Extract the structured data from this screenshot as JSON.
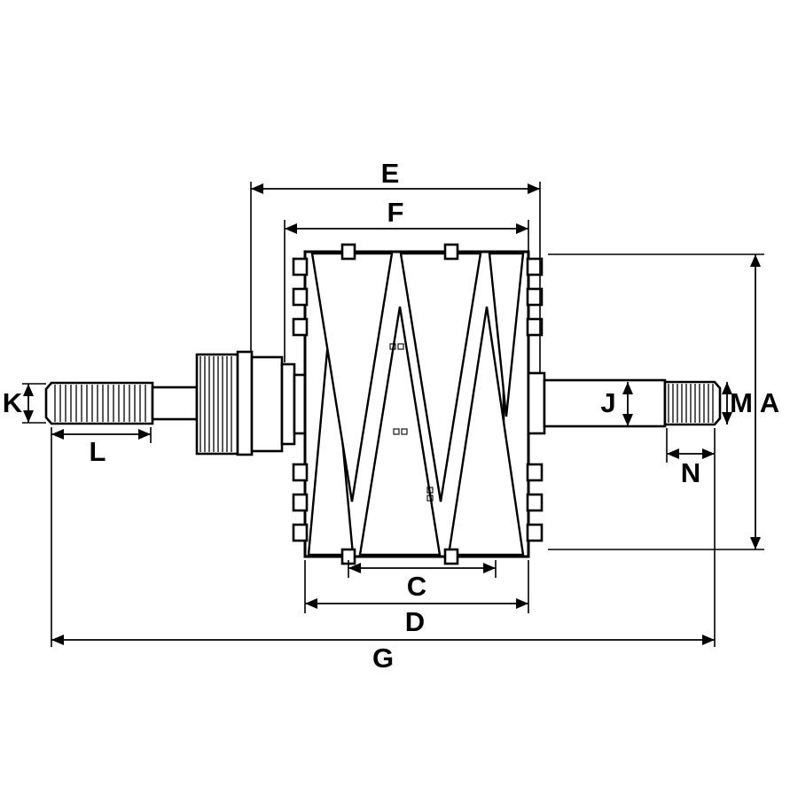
{
  "diagram": {
    "colors": {
      "line": "#000000",
      "background": "#ffffff"
    },
    "dimension_labels": {
      "E": "E",
      "F": "F",
      "A": "A",
      "M": "M",
      "J": "J",
      "K": "K",
      "L": "L",
      "N": "N",
      "C": "C",
      "D": "D",
      "G": "G"
    }
  }
}
